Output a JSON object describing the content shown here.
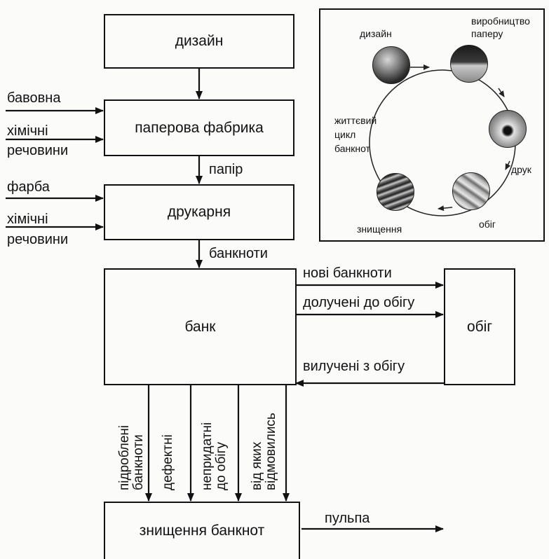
{
  "boxes": {
    "design": "дизайн",
    "paper_mill": "паперова фабрика",
    "printing_house": "друкарня",
    "bank": "банк",
    "circulation": "обіг",
    "destruction": "знищення банкнот"
  },
  "inputs": {
    "cotton": "бавовна",
    "chemicals_1_line1": "хімічні",
    "chemicals_1_line2": "речовини",
    "ink": "фарба",
    "chemicals_2_line1": "хімічні",
    "chemicals_2_line2": "речовини"
  },
  "flows": {
    "paper": "папір",
    "banknotes": "банкноти",
    "new_banknotes": "нові банкноти",
    "returned_to_circulation": "долучені до обігу",
    "withdrawn_from_circulation": "вилучені з обігу",
    "pulp": "пульпа"
  },
  "destruction_inputs": {
    "counterfeit_line1": "підроблені",
    "counterfeit_line2": "банкноти",
    "defective": "дефектні",
    "unfit_line1": "непридатні",
    "unfit_line2": "до обігу",
    "refused_line1": "від яких",
    "refused_line2": "відмовились"
  },
  "inset": {
    "design": "дизайн",
    "paper_production_line1": "виробництво",
    "paper_production_line2": "паперу",
    "print": "друк",
    "circulation": "обіг",
    "destruction": "знищення",
    "life_cycle_line1": "життєвий",
    "life_cycle_line2": "цикл",
    "life_cycle_line3": "банкнот"
  },
  "colors": {
    "ink": "#111111",
    "paper": "#fbfbf9"
  }
}
